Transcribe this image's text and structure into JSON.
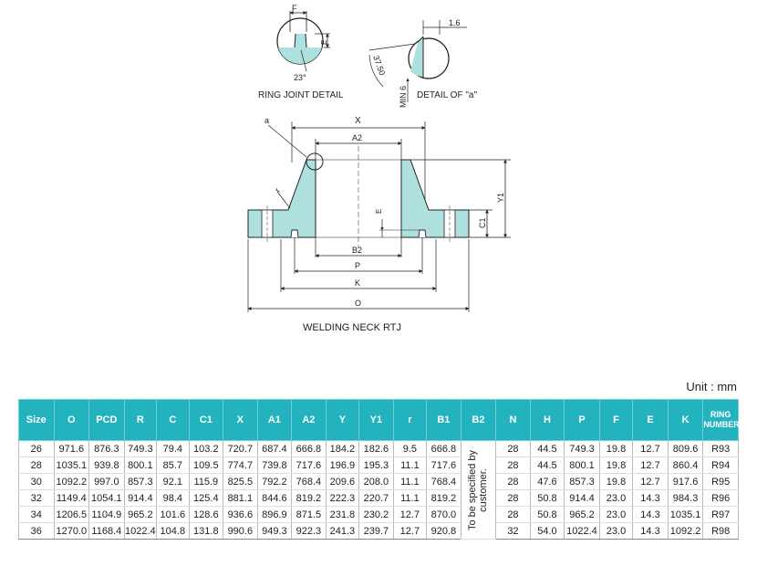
{
  "drawing": {
    "ring_joint_detail": {
      "label": "RING JOINT DETAIL",
      "dim_f": "F",
      "dim_e": "E",
      "angle": "23°"
    },
    "detail_a": {
      "label": "DETAIL OF \"a\"",
      "dim_1_6": "1.6",
      "dim_37_5": "37.50",
      "dim_min6": "MIN 6"
    },
    "main": {
      "title": "WELDING NECK RTJ",
      "x": "X",
      "a2": "A2",
      "a": "a",
      "r": "r",
      "y1": "Y1",
      "e": "E",
      "c1": "C1",
      "b2": "B2",
      "p": "P",
      "k": "K",
      "o": "O"
    }
  },
  "unit_label": "Unit : mm",
  "table": {
    "headers": [
      "Size",
      "O",
      "PCD",
      "R",
      "C",
      "C1",
      "X",
      "A1",
      "A2",
      "Y",
      "Y1",
      "r",
      "B1",
      "B2",
      "N",
      "H",
      "P",
      "F",
      "E",
      "K",
      "RING NUMBER"
    ],
    "b2_note": "To be specified by customer.",
    "rows": [
      [
        "26",
        "971.6",
        "876.3",
        "749.3",
        "79.4",
        "103.2",
        "720.7",
        "687.4",
        "666.8",
        "184.2",
        "182.6",
        "9.5",
        "666.8",
        "28",
        "44.5",
        "749.3",
        "19.8",
        "12.7",
        "809.6",
        "R93"
      ],
      [
        "28",
        "1035.1",
        "939.8",
        "800.1",
        "85.7",
        "109.5",
        "774.7",
        "739.8",
        "717.6",
        "196.9",
        "195.3",
        "11.1",
        "717.6",
        "28",
        "44.5",
        "800.1",
        "19.8",
        "12.7",
        "860.4",
        "R94"
      ],
      [
        "30",
        "1092.2",
        "997.0",
        "857.3",
        "92.1",
        "115.9",
        "825.5",
        "792.2",
        "768.4",
        "209.6",
        "208.0",
        "11.1",
        "768.4",
        "28",
        "47.6",
        "857.3",
        "19.8",
        "12.7",
        "917.6",
        "R95"
      ],
      [
        "32",
        "1149.4",
        "1054.1",
        "914.4",
        "98.4",
        "125.4",
        "881.1",
        "844.6",
        "819.2",
        "222.3",
        "220.7",
        "11.1",
        "819.2",
        "28",
        "50.8",
        "914.4",
        "23.0",
        "14.3",
        "984.3",
        "R96"
      ],
      [
        "34",
        "1206.5",
        "1104.9",
        "965.2",
        "101.6",
        "128.6",
        "936.6",
        "896.9",
        "871.5",
        "231.8",
        "230.2",
        "12.7",
        "870.0",
        "28",
        "50.8",
        "965.2",
        "23.0",
        "14.3",
        "1035.1",
        "R97"
      ],
      [
        "36",
        "1270.0",
        "1168.4",
        "1022.4",
        "104.8",
        "131.8",
        "990.6",
        "949.3",
        "922.3",
        "241.3",
        "239.7",
        "12.7",
        "920.8",
        "32",
        "54.0",
        "1022.4",
        "23.0",
        "14.3",
        "1092.2",
        "R98"
      ]
    ]
  }
}
